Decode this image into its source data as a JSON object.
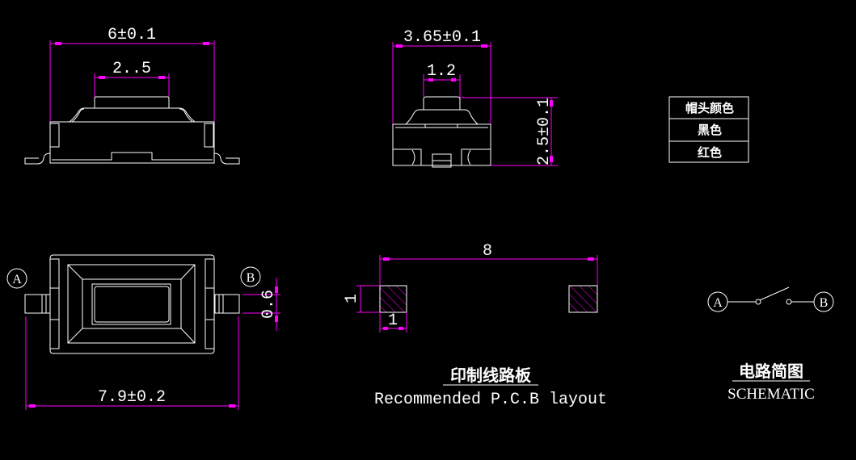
{
  "side_view": {
    "width_dim": "6±0.1",
    "cap_dim": "2..5"
  },
  "end_view": {
    "width_dim": "3.65±0.1",
    "cap_dim": "1.2",
    "height_dim": "2.5±0.1"
  },
  "color_table": {
    "header": "帽头颜色",
    "rows": [
      "黑色",
      "红色"
    ]
  },
  "top_view": {
    "terminal_a": "A",
    "terminal_b": "B",
    "lead_dim": "0.6",
    "length_dim": "7.9±0.2"
  },
  "pcb_layout": {
    "pitch_dim": "8",
    "pad_height_dim": "1",
    "pad_width_dim": "1",
    "title_cn": "印制线路板",
    "title_en": "Recommended P.C.B layout"
  },
  "schematic": {
    "terminal_a": "A",
    "terminal_b": "B",
    "title_cn": "电路简图",
    "title_en": "SCHEMATIC"
  },
  "colors": {
    "dimension": "#ff00ff",
    "outline": "#ffffff",
    "background": "#000000"
  }
}
